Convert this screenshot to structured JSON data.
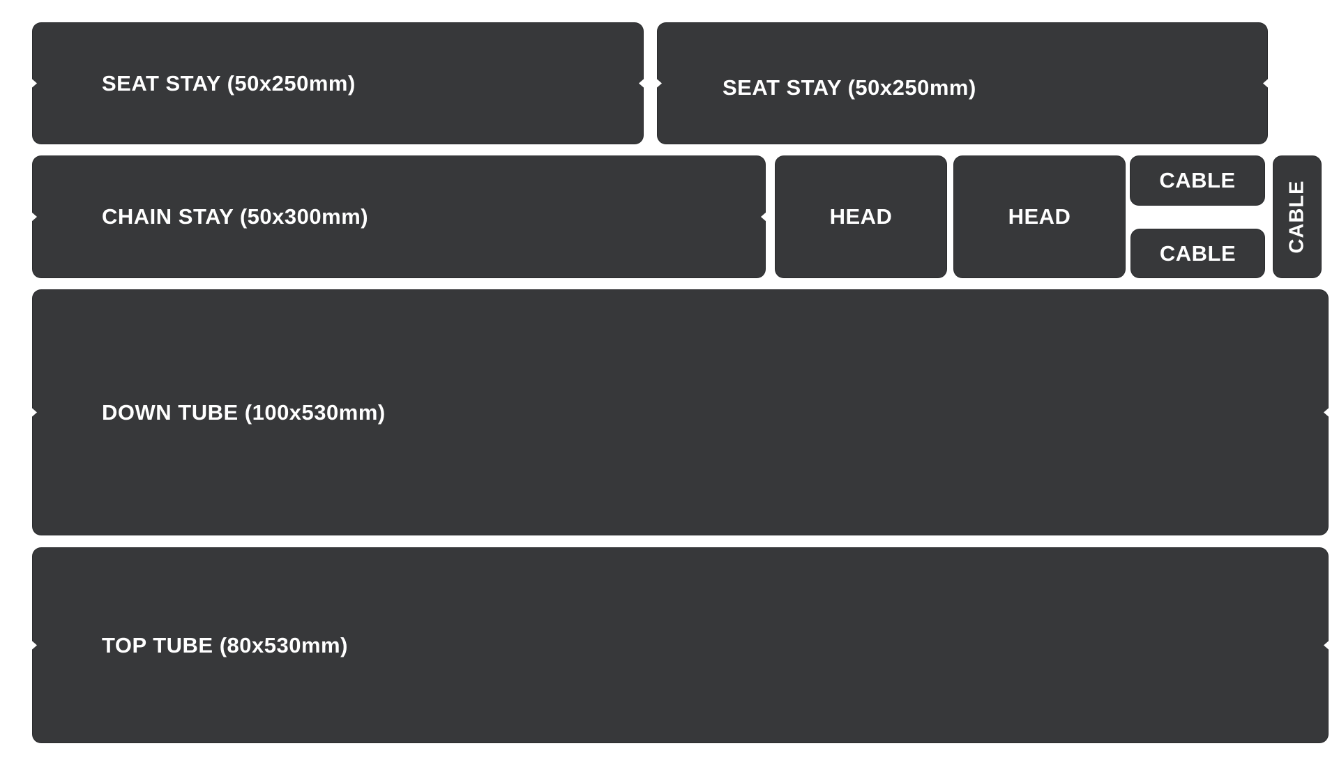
{
  "pieces": {
    "seat_stay_1": "SEAT STAY (50x250mm)",
    "seat_stay_2": "SEAT STAY (50x250mm)",
    "chain_stay": "CHAIN STAY (50x300mm)",
    "head_1": "HEAD",
    "head_2": "HEAD",
    "cable_1": "CABLE",
    "cable_2": "CABLE",
    "cable_3": "CABLE",
    "down_tube": "DOWN TUBE (100x530mm)",
    "top_tube": "TOP TUBE (80x530mm)"
  },
  "colors": {
    "piece": "#37383a",
    "text": "#ffffff",
    "background": "#ffffff"
  }
}
